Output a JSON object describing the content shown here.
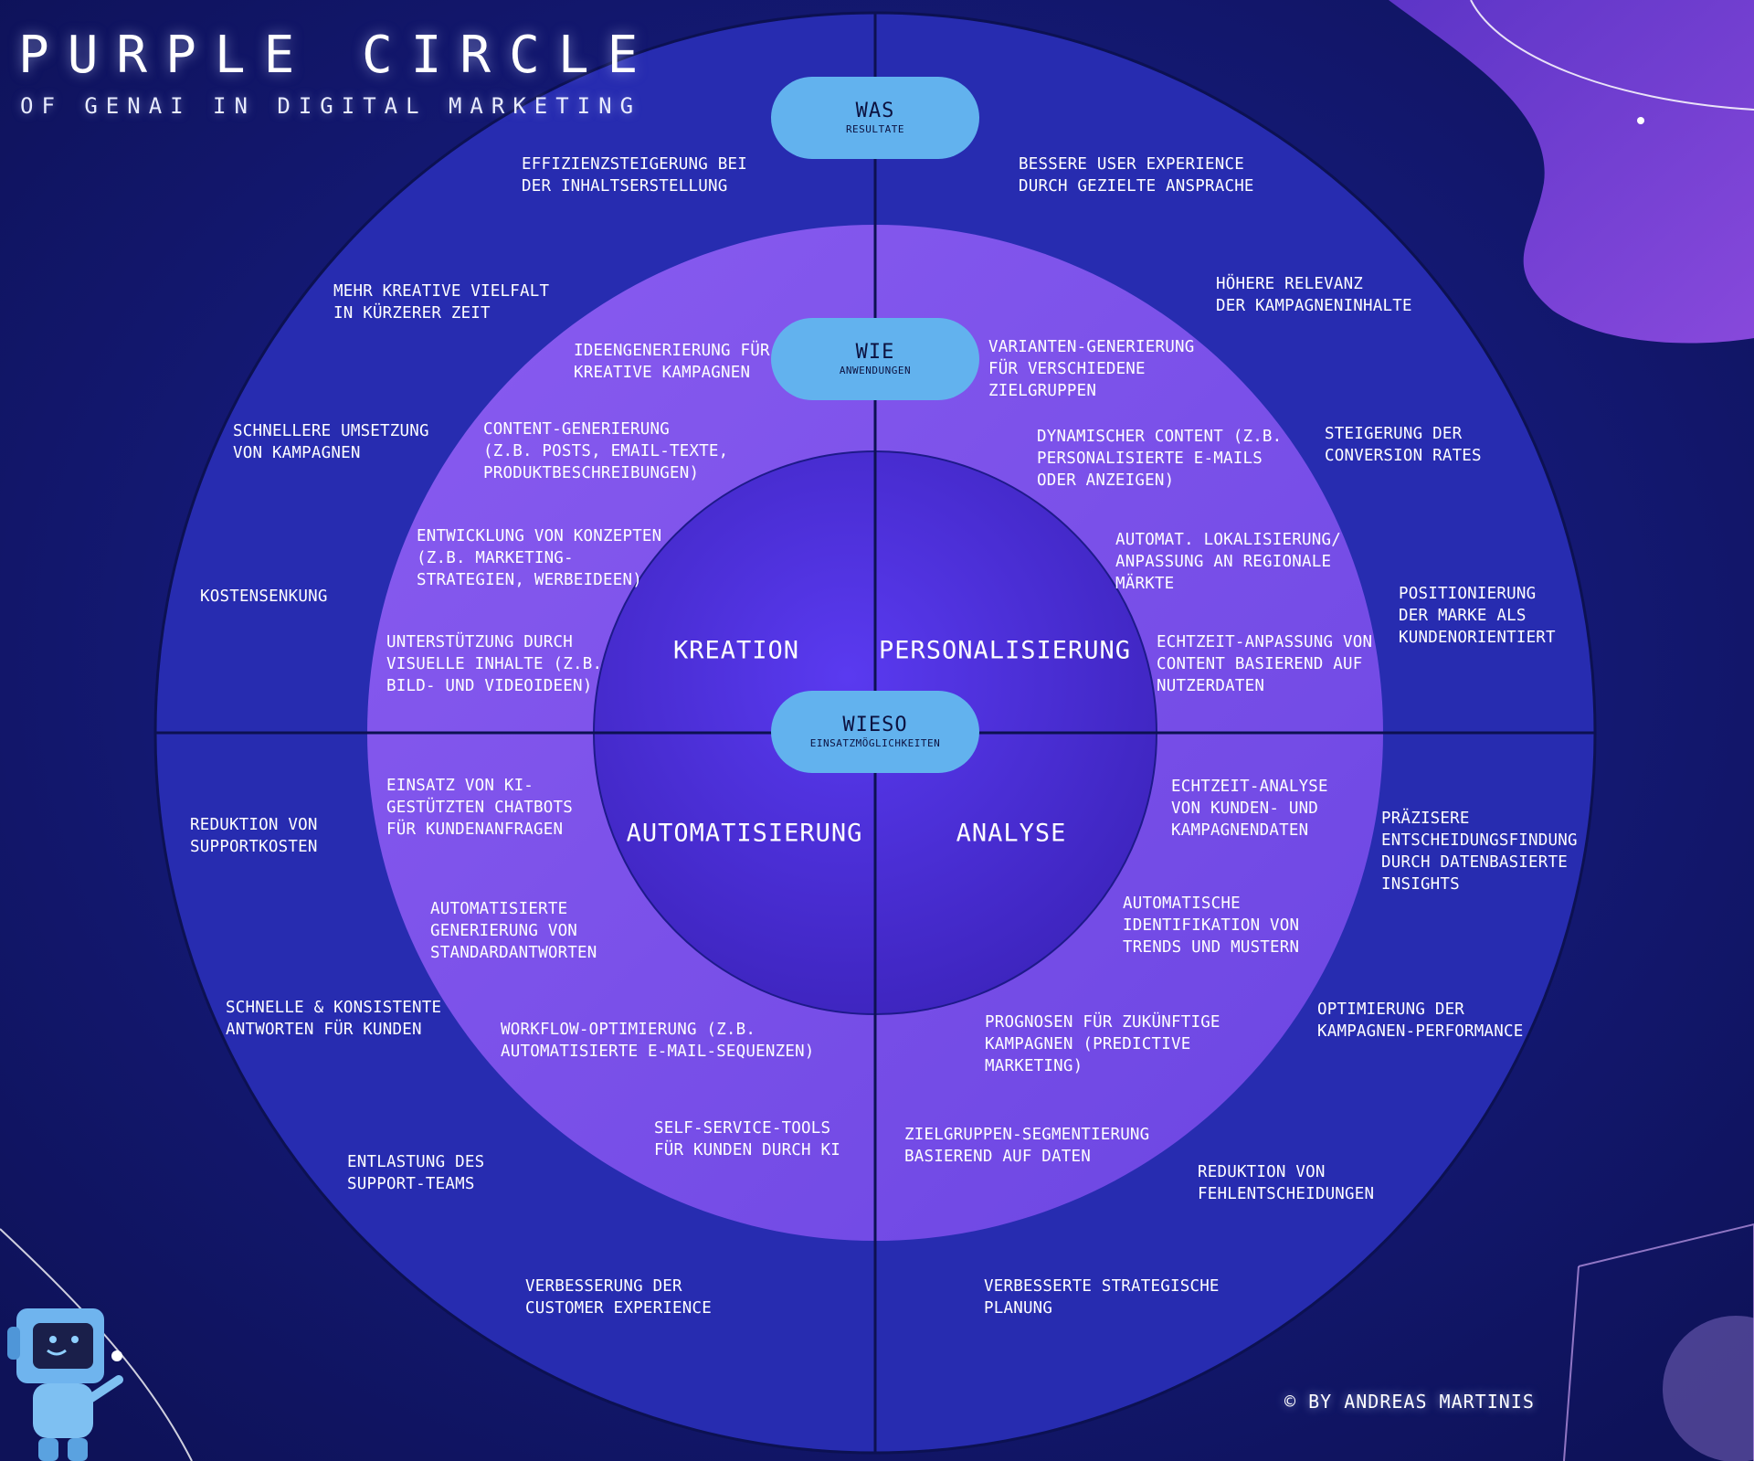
{
  "header": {
    "title": "PURPLE CIRCLE",
    "subtitle": "OF GENAI IN DIGITAL MARKETING"
  },
  "rings": {
    "was": {
      "label": "WAS",
      "sub": "RESULTATE"
    },
    "wie": {
      "label": "WIE",
      "sub": "ANWENDUNGEN"
    },
    "wieso": {
      "label": "WIESO",
      "sub": "EINSATZMÖGLICHKEITEN"
    }
  },
  "quadrants": {
    "kreation": "KREATION",
    "personalisierung": "PERSONALISIERUNG",
    "automatisierung": "AUTOMATISIERUNG",
    "analyse": "ANALYSE"
  },
  "anwendungen": {
    "kreation": [
      "IDEENGENERIERUNG FÜR\nKREATIVE KAMPAGNEN",
      "CONTENT-GENERIERUNG\n(Z.B. POSTS, EMAIL-TEXTE,\nPRODUKTBESCHREIBUNGEN)",
      "ENTWICKLUNG VON KONZEPTEN\n(Z.B. MARKETING-\nSTRATEGIEN, WERBEIDEEN)",
      "UNTERSTÜTZUNG DURCH\nVISUELLE INHALTE (Z.B.\nBILD- UND VIDEOIDEEN)"
    ],
    "personalisierung": [
      "VARIANTEN-GENERIERUNG\nFÜR VERSCHIEDENE\nZIELGRUPPEN",
      "DYNAMISCHER CONTENT (Z.B.\nPERSONALISIERTE E-MAILS\nODER ANZEIGEN)",
      "AUTOMAT. LOKALISIERUNG/\nANPASSUNG AN REGIONALE\nMÄRKTE",
      "ECHTZEIT-ANPASSUNG VON\nCONTENT BASIEREND AUF\nNUTZERDATEN"
    ],
    "automatisierung": [
      "EINSATZ VON KI-\nGESTÜTZTEN CHATBOTS\nFÜR KUNDENANFRAGEN",
      "AUTOMATISIERTE\nGENERIERUNG VON\nSTANDARDANTWORTEN",
      "WORKFLOW-OPTIMIERUNG (Z.B.\nAUTOMATISIERTE E-MAIL-SEQUENZEN)",
      "SELF-SERVICE-TOOLS\nFÜR KUNDEN DURCH KI"
    ],
    "analyse": [
      "ECHTZEIT-ANALYSE\nVON KUNDEN- UND\nKAMPAGNENDATEN",
      "AUTOMATISCHE\nIDENTIFIKATION VON\nTRENDS UND MUSTERN",
      "PROGNOSEN FÜR ZUKÜNFTIGE\nKAMPAGNEN (PREDICTIVE\nMARKETING)",
      "ZIELGRUPPEN-SEGMENTIERUNG\nBASIEREND AUF DATEN"
    ]
  },
  "resultate": {
    "kreation": [
      "EFFIZIENZSTEIGERUNG BEI\nDER INHALTSERSTELLUNG",
      "MEHR KREATIVE VIELFALT\nIN KÜRZERER ZEIT",
      "SCHNELLERE UMSETZUNG\nVON KAMPAGNEN",
      "KOSTENSENKUNG"
    ],
    "personalisierung": [
      "BESSERE USER EXPERIENCE\nDURCH GEZIELTE ANSPRACHE",
      "HÖHERE RELEVANZ\nDER KAMPAGNENINHALTE",
      "STEIGERUNG DER\nCONVERSION RATES",
      "POSITIONIERUNG\nDER MARKE ALS\nKUNDENORIENTIERT"
    ],
    "automatisierung": [
      "REDUKTION VON\nSUPPORTKOSTEN",
      "SCHNELLE & KONSISTENTE\nANTWORTEN FÜR KUNDEN",
      "ENTLASTUNG DES\nSUPPORT-TEAMS",
      "VERBESSERUNG DER\nCUSTOMER EXPERIENCE"
    ],
    "analyse": [
      "PRÄZISERE\nENTSCHEIDUNGSFINDUNG\nDURCH DATENBASIERTE\nINSIGHTS",
      "OPTIMIERUNG DER\nKAMPAGNEN-PERFORMANCE",
      "REDUKTION VON\nFEHLENTSCHEIDUNGEN",
      "VERBESSERTE STRATEGISCHE\nPLANUNG"
    ]
  },
  "footer": {
    "credit": "© BY ANDREAS MARTINIS"
  },
  "colors": {
    "background": "#141873",
    "outer_ring": "#2a2fb4",
    "middle_ring": "#7b52ea",
    "inner_circle": "#4a2fd8",
    "pill": "#62b2ee",
    "pill_text": "#0c1240"
  }
}
